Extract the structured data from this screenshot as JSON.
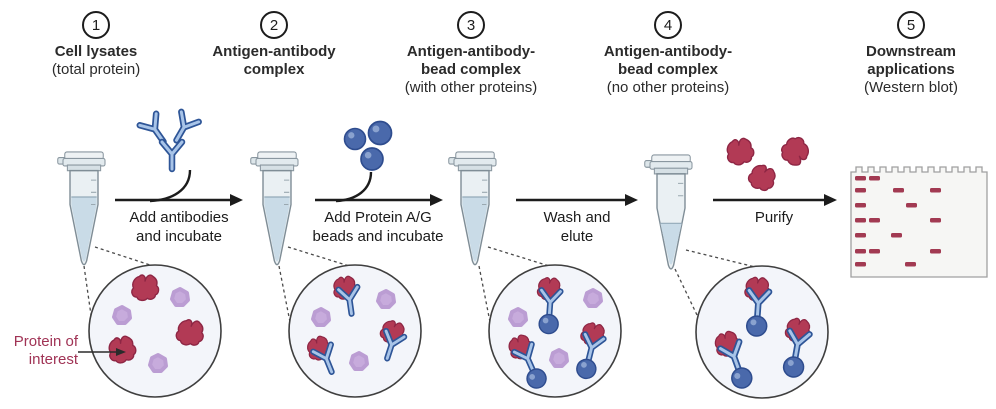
{
  "steps": [
    {
      "number": "1",
      "title": "Cell lysates",
      "subtitle": "(total protein)"
    },
    {
      "number": "2",
      "title": "Antigen-antibody\ncomplex",
      "subtitle": ""
    },
    {
      "number": "3",
      "title": "Antigen-antibody-\nbead complex",
      "subtitle": "(with other proteins)"
    },
    {
      "number": "4",
      "title": "Antigen-antibody-\nbead complex",
      "subtitle": "(no other proteins)"
    },
    {
      "number": "5",
      "title": "Downstream\napplications",
      "subtitle": "(Western blot)"
    }
  ],
  "arrows": [
    {
      "label": "Add antibodies\nand incubate"
    },
    {
      "label": "Add Protein A/G\nbeads and incubate"
    },
    {
      "label": "Wash and\nelute"
    },
    {
      "label": "Purify"
    }
  ],
  "annotations": {
    "protein_of_interest": "Protein of\ninterest"
  },
  "magnified_views": [
    {
      "step": 1,
      "target_proteins": 3,
      "other_proteins": 3,
      "antibodies": 0,
      "beads": 0
    },
    {
      "step": 2,
      "target_proteins": 3,
      "other_proteins": 3,
      "antibodies": 3,
      "beads": 0
    },
    {
      "step": 3,
      "target_proteins": 3,
      "other_proteins": 3,
      "antibodies": 3,
      "beads": 3
    },
    {
      "step": 4,
      "target_proteins": 3,
      "other_proteins": 0,
      "antibodies": 3,
      "beads": 3
    }
  ],
  "colors": {
    "target_protein": "#b23a55",
    "other_protein": "#c7abdc",
    "antibody_fill": "#a8c4e8",
    "antibody_outline": "#2e5597",
    "bead": "#4a69ab",
    "tube_liquid": "#c9dbe7",
    "arrow": "#1c1c1c",
    "annotation_text": "#a03355",
    "gel_band": "#a23a52"
  }
}
